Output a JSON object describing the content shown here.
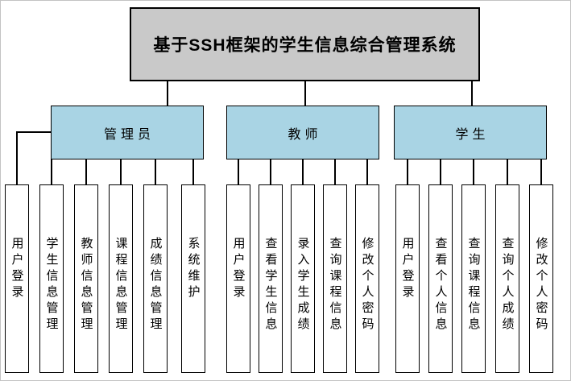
{
  "root": {
    "title": "基于SSH框架的学生信息综合管理系统"
  },
  "branches": [
    {
      "label": "管理员",
      "children": [
        "用户登录",
        "学生信息管理",
        "教师信息管理",
        "课程信息管理",
        "成绩信息管理",
        "系统维护"
      ]
    },
    {
      "label": "教师",
      "children": [
        "用户登录",
        "查看学生信息",
        "录入学生成绩",
        "查询课程信息",
        "修改个人密码"
      ]
    },
    {
      "label": "学生",
      "children": [
        "用户登录",
        "查看个人信息",
        "查询课程信息",
        "查询个人成绩",
        "修改个人密码"
      ]
    }
  ],
  "colors": {
    "root_bg": "#c9c9c9",
    "branch_bg": "#a9d4e4",
    "leaf_bg": "#ffffff",
    "line": "#000000",
    "border": "#000000"
  }
}
